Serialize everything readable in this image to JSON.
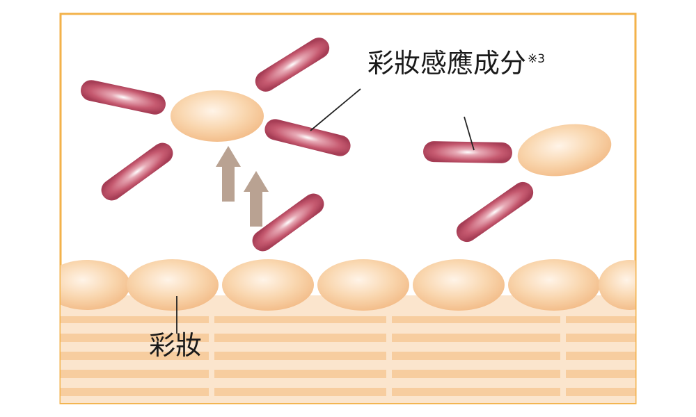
{
  "labels": {
    "component": "彩妝感應成分",
    "component_note": "※3",
    "skin": "彩妝"
  },
  "colors": {
    "frame": "#f3b24a",
    "cell_fill": "#f9d3a8",
    "cell_highlight": "#fdebd6",
    "rod_fill": "#c2566b",
    "rod_highlight": "#f7dde2",
    "arrow": "#b8a08f",
    "skin_band": "#f7cfa1"
  }
}
